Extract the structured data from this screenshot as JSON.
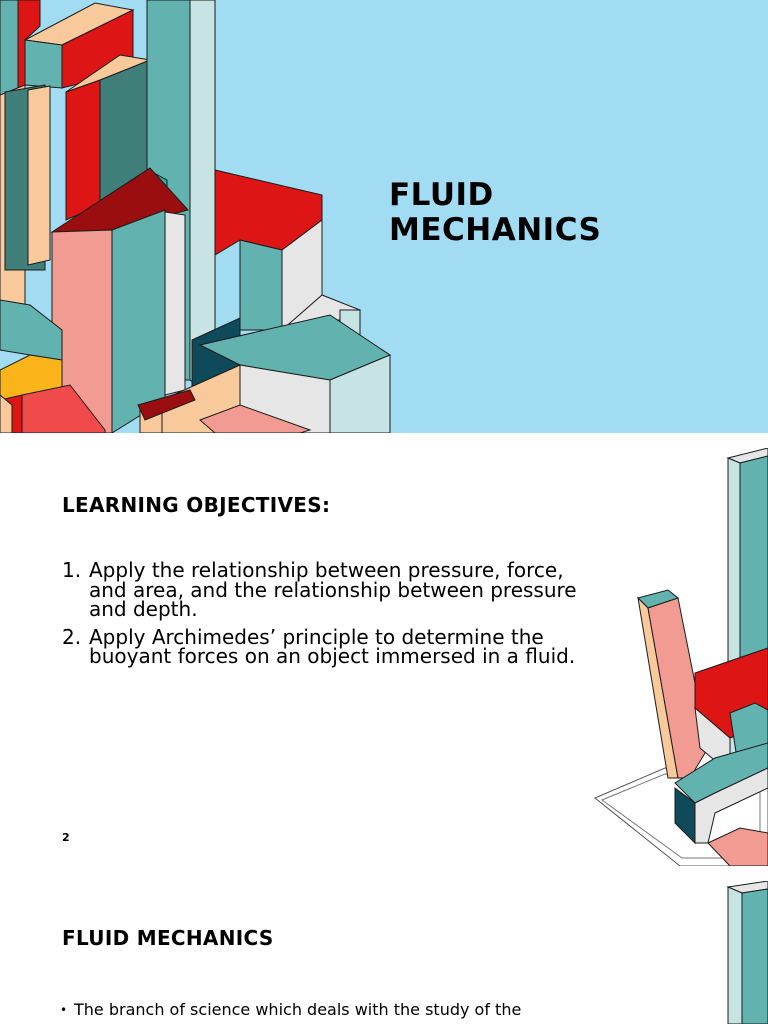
{
  "slide1": {
    "title": "FLUID\nMECHANICS",
    "colors": {
      "background": "#a2dcf2",
      "teal": "#62b2b0",
      "red": "#dd1515",
      "peach": "#f8c99a",
      "salmon": "#f29b92",
      "light": "#c7e3e3"
    }
  },
  "slide2": {
    "heading": "LEARNING OBJECTIVES:",
    "objectives": [
      {
        "num": "1.",
        "text": "Apply the relationship between pressure, force, and area, and the relationship between pressure and depth."
      },
      {
        "num": "2.",
        "text": "Apply Archimedes’ principle to determine the buoyant forces on an object immersed in a fluid."
      }
    ],
    "page_number": "2"
  },
  "slide3": {
    "heading": "FLUID MECHANICS",
    "bullet_symbol": "•",
    "bullet_text": "The branch of science which deals with the study of the"
  }
}
